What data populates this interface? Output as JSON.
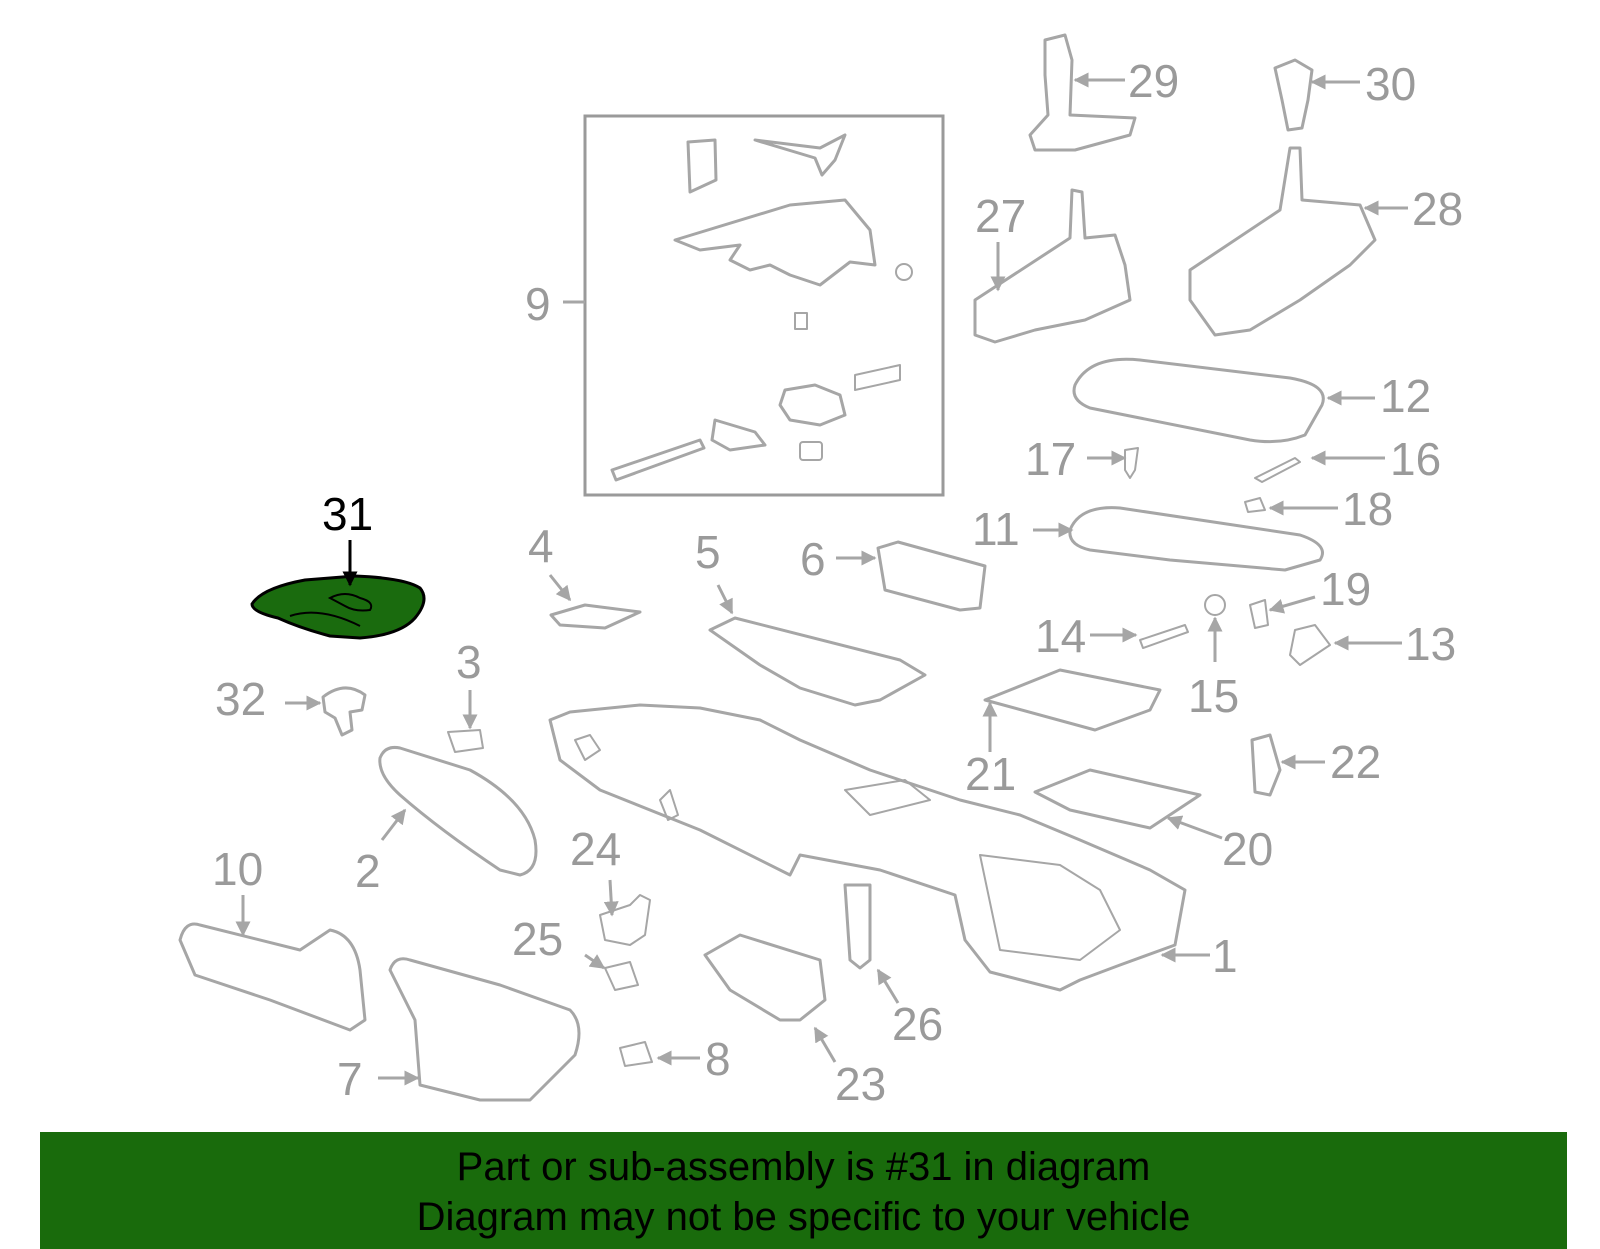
{
  "diagram": {
    "highlighted_part": "31",
    "highlight_color": "#1a6b0e",
    "callouts": [
      "1",
      "2",
      "3",
      "4",
      "5",
      "6",
      "7",
      "8",
      "9",
      "10",
      "11",
      "12",
      "13",
      "14",
      "15",
      "16",
      "17",
      "18",
      "19",
      "20",
      "21",
      "22",
      "23",
      "24",
      "25",
      "26",
      "27",
      "28",
      "29",
      "30",
      "31",
      "32"
    ]
  },
  "footer": {
    "line1": "Part or sub-assembly is #31 in diagram",
    "line2": "Diagram may not be specific to your vehicle",
    "background": "#196b0c"
  }
}
